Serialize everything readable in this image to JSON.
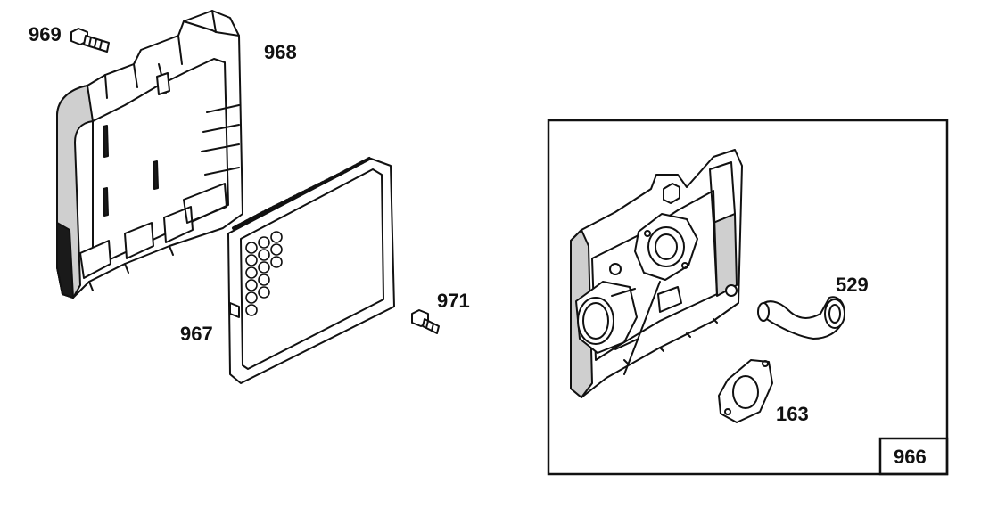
{
  "colors": {
    "ink": "#111111",
    "paper": "#ffffff",
    "shade": "#cfcfcf"
  },
  "parts": [
    {
      "id": "969",
      "label": "969"
    },
    {
      "id": "968",
      "label": "968"
    },
    {
      "id": "967",
      "label": "967"
    },
    {
      "id": "971",
      "label": "971"
    },
    {
      "id": "529",
      "label": "529"
    },
    {
      "id": "163",
      "label": "163"
    },
    {
      "id": "966",
      "label": "966"
    }
  ]
}
